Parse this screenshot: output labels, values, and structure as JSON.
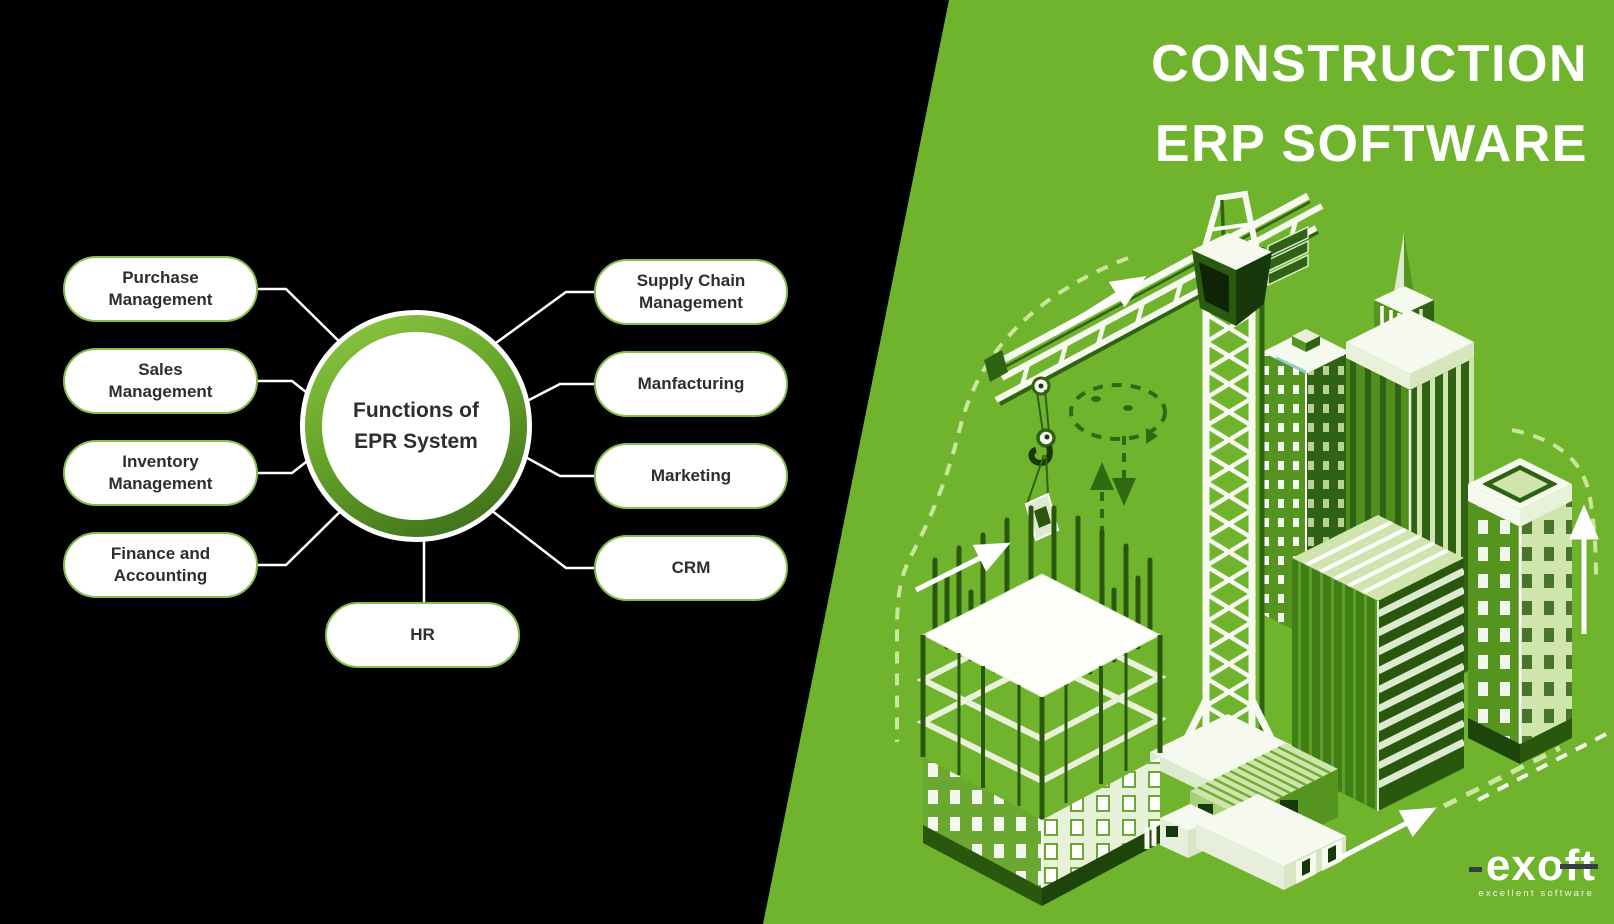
{
  "diagram": {
    "center": {
      "line1": "Functions of",
      "line2": "EPR System"
    },
    "boxes": [
      {
        "label": "Purchase\nManagement"
      },
      {
        "label": "Sales\nManagement"
      },
      {
        "label": "Inventory\nManagement"
      },
      {
        "label": "Finance and\nAccounting"
      },
      {
        "label": "Supply Chain\nManagement"
      },
      {
        "label": "Manfacturing"
      },
      {
        "label": "Marketing"
      },
      {
        "label": "CRM"
      },
      {
        "label": "HR"
      }
    ]
  },
  "banner": {
    "title_line1": "CONSTRUCTION",
    "title_line2": "ERP SOFTWARE"
  },
  "logo": {
    "wordmark": "exoft",
    "tagline": "excellent software"
  },
  "illustration": {
    "scene": "isometric-construction-site",
    "elements": [
      "tower-crane-icon",
      "construction-frame-building-icon",
      "skyscraper-icons",
      "site-container-icon",
      "flatbed-truck-icon",
      "dashed-route-arrows"
    ]
  },
  "colors": {
    "background_left": "#000000",
    "background_right": "#70b42d",
    "box_border": "#85bf4a",
    "ring_gradient_start": "#90ca45",
    "ring_gradient_end": "#3a671a",
    "text_dark": "#2e2e2e",
    "white": "#ffffff",
    "art_dark_green": "#2f6212",
    "art_mid_green": "#55941f",
    "art_pale_green": "#cfe5ad"
  }
}
